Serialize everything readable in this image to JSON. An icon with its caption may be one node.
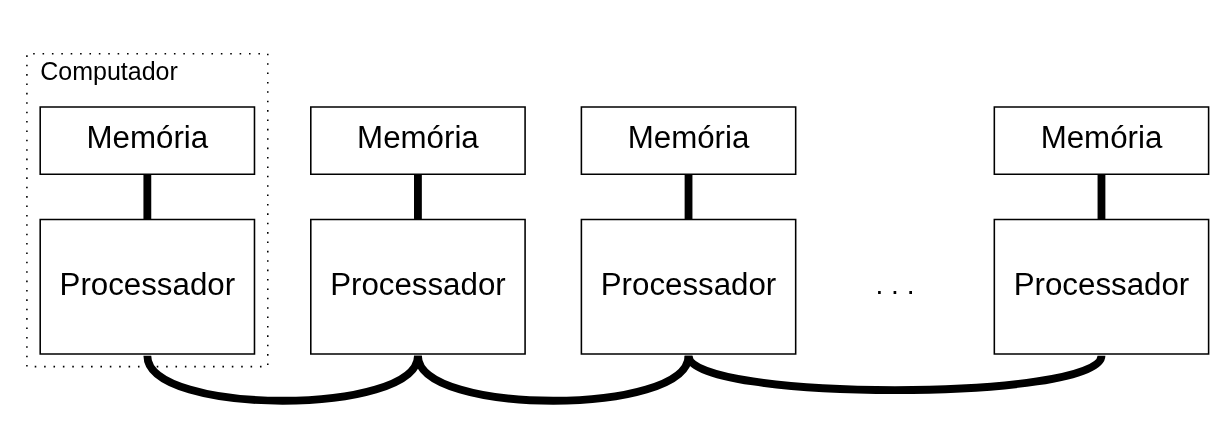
{
  "diagram": {
    "nodes": [
      {
        "text": [
          "Computador"
        ]
      },
      {
        "text": [
          "Memória"
        ],
        "in": 0
      },
      {
        "text": [
          "Processador"
        ],
        "in": 0
      },
      {
        "text": [
          "Memória"
        ]
      },
      {
        "text": [
          "Processador"
        ]
      },
      {
        "text": [
          "Memória"
        ]
      },
      {
        "text": [
          "Processador"
        ]
      },
      {
        "text": [
          "Memória"
        ]
      },
      {
        "text": [
          "Processador"
        ]
      }
    ],
    "edges": [
      {
        "from": 1,
        "to": 2,
        "arrow": "none"
      },
      {
        "from": 3,
        "to": 4,
        "arrow": "none"
      },
      {
        "from": 5,
        "to": 6,
        "arrow": "none"
      },
      {
        "from": 7,
        "to": 8,
        "arrow": "none"
      },
      {
        "from": 2,
        "to": 4,
        "arrow": "none"
      },
      {
        "from": 4,
        "to": 6,
        "arrow": "none"
      },
      {
        "from": 6,
        "to": 8,
        "arrow": "none"
      }
    ],
    "labels": [
      ". . ."
    ]
  }
}
